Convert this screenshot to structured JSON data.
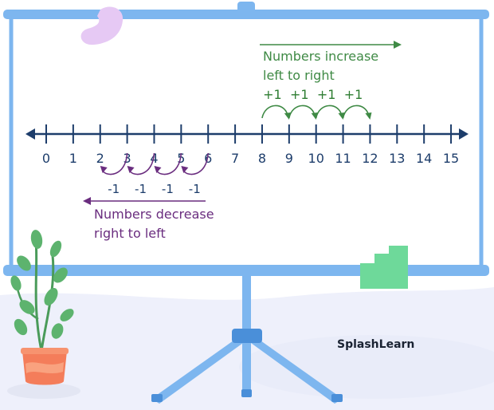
{
  "number_line": {
    "labels": [
      "0",
      "1",
      "2",
      "3",
      "4",
      "5",
      "6",
      "7",
      "8",
      "9",
      "10",
      "11",
      "12",
      "13",
      "14",
      "15"
    ]
  },
  "increase": {
    "caption_line1": "Numbers increase",
    "caption_line2": "left to right",
    "steps": [
      "+1",
      "+1",
      "+1",
      "+1"
    ]
  },
  "decrease": {
    "caption_line1": "Numbers decrease",
    "caption_line2": "right to left",
    "steps": [
      "-1",
      "-1",
      "-1",
      "-1"
    ]
  },
  "brand": "SplashLearn",
  "colors": {
    "frame": "#7db6ef",
    "line": "#1d3d6b",
    "green": "#3f8a45",
    "purple": "#6a2d7f",
    "plant_pot": "#f47d5a",
    "plant_leaf": "#5db36e"
  }
}
